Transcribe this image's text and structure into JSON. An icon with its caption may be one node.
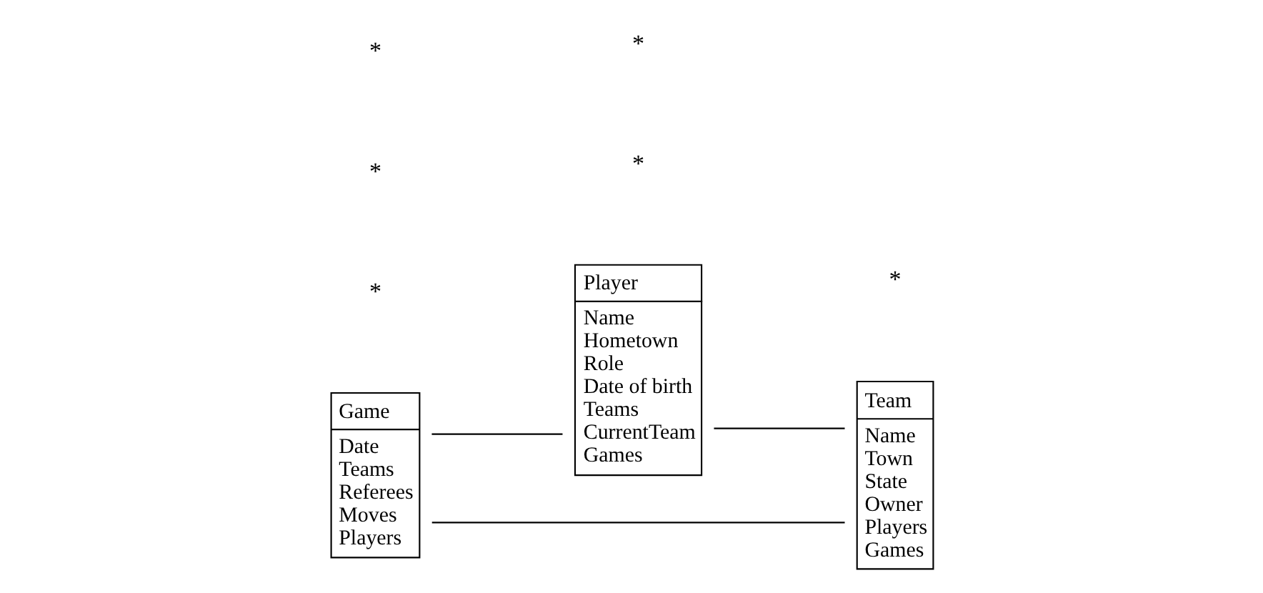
{
  "diagram": {
    "nodes": [
      {
        "text": [
          "Game",
          "Date",
          "Teams",
          "Referees",
          "Moves",
          "Players"
        ]
      },
      {
        "text": [
          "Player",
          "Name",
          "Hometown",
          "Role",
          "Date of birth",
          "Teams",
          "CurrentTeam",
          "Games"
        ]
      },
      {
        "text": [
          "Team",
          "Name",
          "Town",
          "State",
          "Owner",
          "Players",
          "Games"
        ]
      }
    ],
    "edges": [
      {
        "from": 0,
        "to": 1,
        "arrow": "none"
      },
      {
        "from": 1,
        "to": 2,
        "arrow": "none"
      },
      {
        "from": 0,
        "to": 2,
        "arrow": "none"
      }
    ],
    "labels": [
      "*",
      "*",
      "*",
      "*",
      "*",
      "*"
    ]
  }
}
